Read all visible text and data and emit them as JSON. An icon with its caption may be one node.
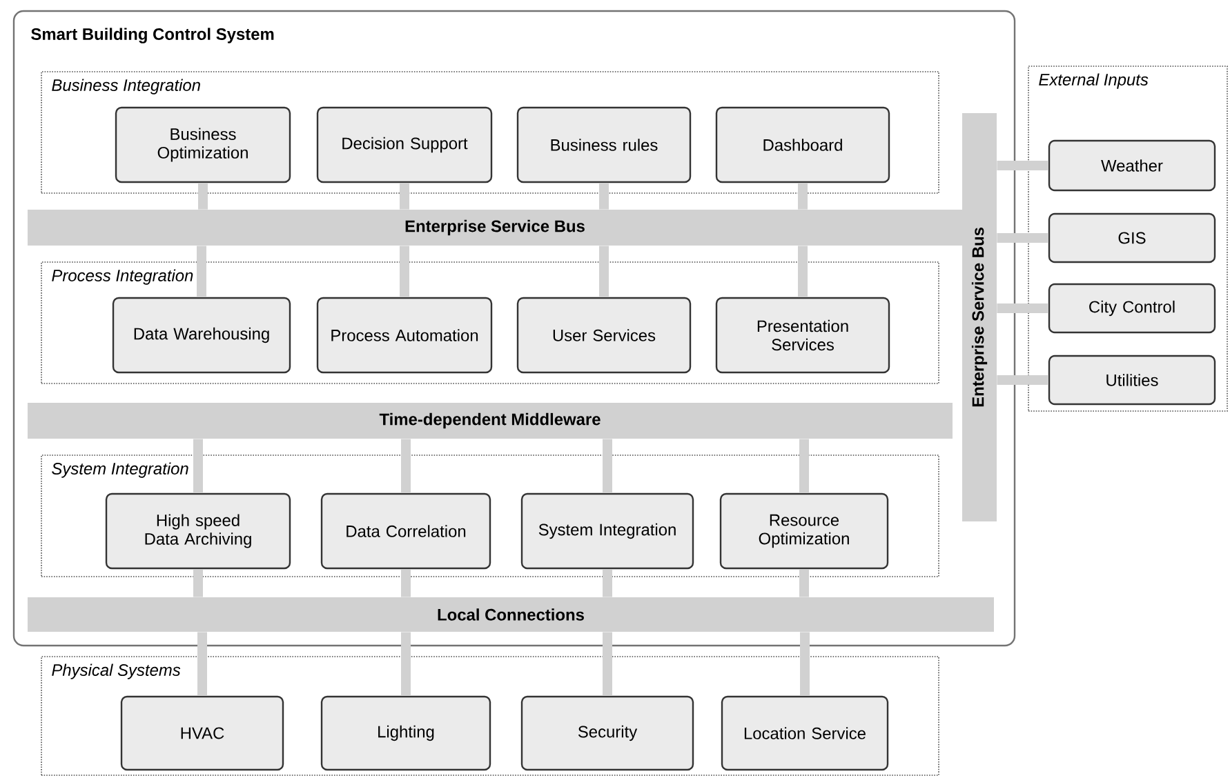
{
  "diagram": {
    "nodes": [
      {
        "text": [
          "Smart Building Control System"
        ]
      },
      {
        "text": [
          "Business Integration"
        ],
        "in": 0
      },
      {
        "text": [
          "Business Optimization"
        ],
        "in": 1
      },
      {
        "text": [
          "Decision Support"
        ],
        "in": 1
      },
      {
        "text": [
          "Business rules"
        ],
        "in": 1
      },
      {
        "text": [
          "Dashboard"
        ],
        "in": 1
      },
      {
        "text": [
          "Enterprise Service Bus"
        ],
        "in": 0
      },
      {
        "text": [
          "Process Integration"
        ],
        "in": 0
      },
      {
        "text": [
          "Data Warehousing"
        ],
        "in": 7
      },
      {
        "text": [
          "Process Automation"
        ],
        "in": 7
      },
      {
        "text": [
          "User Services"
        ],
        "in": 7
      },
      {
        "text": [
          "Presentation Services"
        ],
        "in": 7
      },
      {
        "text": [
          "Time-dependent Middleware"
        ],
        "in": 0
      },
      {
        "text": [
          "System Integration"
        ],
        "in": 0
      },
      {
        "text": [
          "High speed Data Archiving"
        ],
        "in": 13
      },
      {
        "text": [
          "Data Correlation"
        ],
        "in": 13
      },
      {
        "text": [
          "System Integration"
        ],
        "in": 13
      },
      {
        "text": [
          "Resource Optimization"
        ],
        "in": 13
      },
      {
        "text": [
          "Local Connections"
        ],
        "in": 0
      },
      {
        "text": [
          "Enterprise Service Bus"
        ],
        "in": 0
      },
      {
        "text": [
          "External Inputs"
        ]
      },
      {
        "text": [
          "Weather"
        ],
        "in": 20
      },
      {
        "text": [
          "GIS"
        ],
        "in": 20
      },
      {
        "text": [
          "City Control"
        ],
        "in": 20
      },
      {
        "text": [
          "Utilities"
        ],
        "in": 20
      },
      {
        "text": [
          "Physical Systems"
        ]
      },
      {
        "text": [
          "HVAC"
        ],
        "in": 25
      },
      {
        "text": [
          "Lighting"
        ],
        "in": 25
      },
      {
        "text": [
          "Security"
        ],
        "in": 25
      },
      {
        "text": [
          "Location Service"
        ],
        "in": 25
      }
    ],
    "edges": [
      {
        "from": 2,
        "to": 6,
        "arrow": "none"
      },
      {
        "from": 3,
        "to": 6,
        "arrow": "none"
      },
      {
        "from": 4,
        "to": 6,
        "arrow": "none"
      },
      {
        "from": 5,
        "to": 6,
        "arrow": "none"
      },
      {
        "from": 6,
        "to": 8,
        "arrow": "none"
      },
      {
        "from": 6,
        "to": 9,
        "arrow": "none"
      },
      {
        "from": 6,
        "to": 10,
        "arrow": "none"
      },
      {
        "from": 6,
        "to": 11,
        "arrow": "none"
      },
      {
        "from": 12,
        "to": 14,
        "arrow": "none"
      },
      {
        "from": 12,
        "to": 15,
        "arrow": "none"
      },
      {
        "from": 12,
        "to": 16,
        "arrow": "none"
      },
      {
        "from": 12,
        "to": 17,
        "arrow": "none"
      },
      {
        "from": 14,
        "to": 18,
        "arrow": "none"
      },
      {
        "from": 15,
        "to": 18,
        "arrow": "none"
      },
      {
        "from": 16,
        "to": 18,
        "arrow": "none"
      },
      {
        "from": 17,
        "to": 18,
        "arrow": "none"
      },
      {
        "from": 18,
        "to": 26,
        "arrow": "none"
      },
      {
        "from": 18,
        "to": 27,
        "arrow": "none"
      },
      {
        "from": 18,
        "to": 28,
        "arrow": "none"
      },
      {
        "from": 18,
        "to": 29,
        "arrow": "none"
      },
      {
        "from": 19,
        "to": 21,
        "arrow": "none"
      },
      {
        "from": 19,
        "to": 22,
        "arrow": "none"
      },
      {
        "from": 19,
        "to": 23,
        "arrow": "none"
      },
      {
        "from": 19,
        "to": 24,
        "arrow": "none"
      }
    ]
  }
}
